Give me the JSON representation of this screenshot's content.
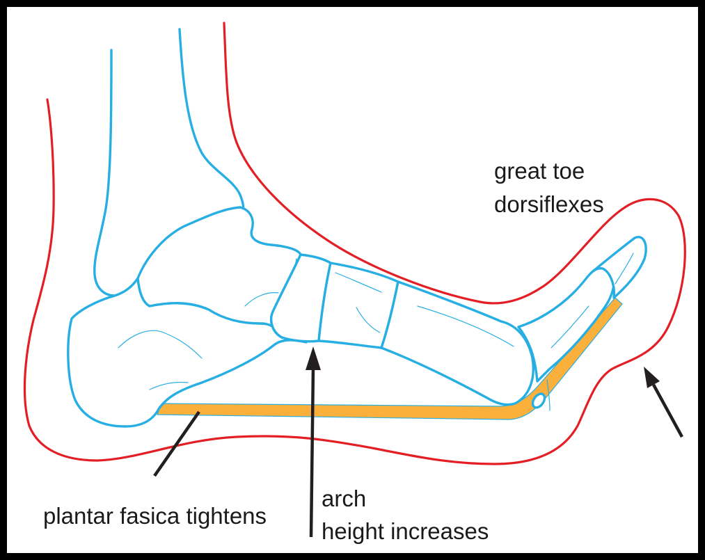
{
  "labels": {
    "great_toe_line1": "great toe",
    "great_toe_line2": "dorsiflexes",
    "plantar_fascia": "plantar fasica tightens",
    "arch_line1": "arch",
    "arch_line2": "height increases"
  },
  "colors": {
    "skin_outline": "#e31e24",
    "bone_outline": "#27aee3",
    "plantar_fascia": "#fbb03b",
    "arrow": "#231f20",
    "frame": "#000000",
    "background": "#ffffff"
  }
}
